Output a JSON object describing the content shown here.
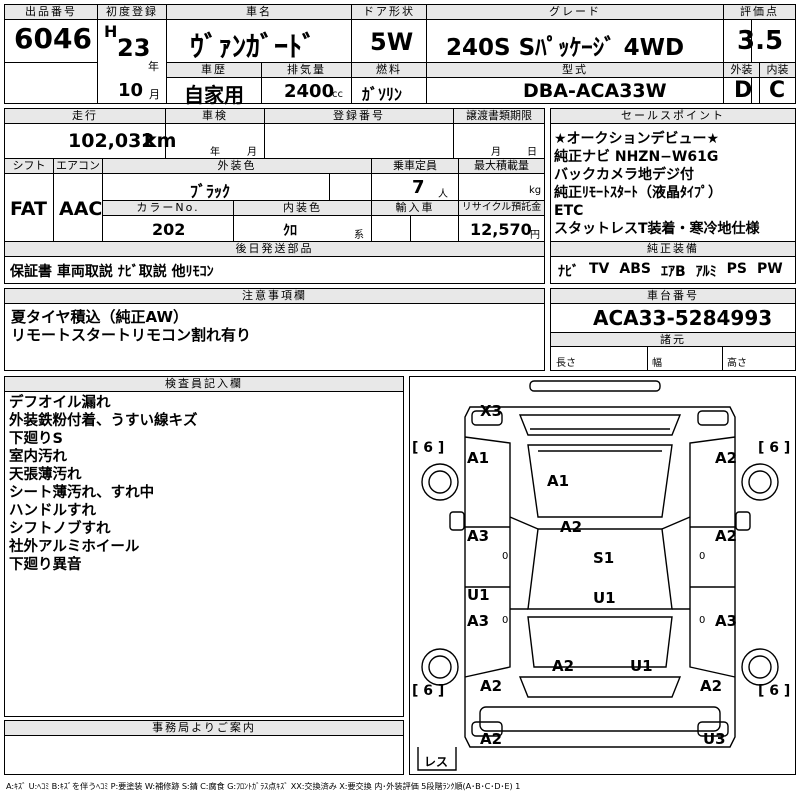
{
  "header": {
    "lot_label": "出品番号",
    "lot": "6046",
    "first_reg_label": "初度登録",
    "era": "H",
    "year": "23",
    "year_unit": "年",
    "month": "10",
    "month_unit": "月",
    "car_name_label": "車名",
    "car_name": "ｳﾞｧﾝｶﾞｰﾄﾞ",
    "door_label": "ドア形状",
    "door": "5W",
    "grade_label": "グレード",
    "grade": "240S Sﾊﾟｯｹｰｼﾞ 4WD",
    "score_label": "評価点",
    "score": "3.5",
    "history_label": "車歴",
    "history": "自家用",
    "displacement_label": "排気量",
    "displacement": "2400",
    "displacement_unit": "cc",
    "fuel_label": "燃料",
    "fuel": "ｶﾞｿﾘﾝ",
    "model_label": "型式",
    "model": "DBA-ACA33W",
    "exterior_label": "外装",
    "exterior_grade": "D",
    "interior_label": "内装",
    "interior_grade": "C"
  },
  "row2": {
    "mileage_label": "走行",
    "mileage": "102,032",
    "mileage_unit": "km",
    "inspection_label": "車検",
    "insp_year_unit": "年",
    "insp_month_unit": "月",
    "plate_label": "登録番号",
    "transfer_label": "譲渡書類期限",
    "transfer_month_unit": "月",
    "transfer_day_unit": "日",
    "shift_label": "シフト",
    "shift": "FAT",
    "ac_label": "エアコン",
    "ac": "AAC",
    "color_label": "外装色",
    "color": "ﾌﾞﾗｯｸ",
    "capacity_label": "乗車定員",
    "capacity": "7",
    "capacity_unit": "人",
    "load_label": "最大積載量",
    "load_unit": "kg",
    "color_no_label": "カラーNo.",
    "color_no": "202",
    "int_color_label": "内装色",
    "int_color": "ｸﾛ",
    "int_color_unit": "系",
    "import_label": "輸入車",
    "recycle_label": "リサイクル預託金",
    "recycle": "12,570",
    "recycle_unit": "円"
  },
  "sales_points": {
    "title": "セールスポイント",
    "lines": [
      "★オークションデビュー★",
      "純正ナビ NHZN−W61G",
      "バックカメラ地デジ付",
      "純正ﾘﾓｰﾄｽﾀｰﾄ（液晶ﾀｲﾌﾟ）",
      "ETC",
      "スタットレスT装着・寒冷地仕様"
    ]
  },
  "genuine": {
    "title": "純正装備",
    "items": [
      "ﾅﾋﾞ",
      "TV",
      "ABS",
      "ｴｱB",
      "ｱﾙﾐ",
      "PS",
      "PW"
    ]
  },
  "later_parts": {
    "title": "後日発送部品",
    "text": "保証書 車両取説 ﾅﾋﾞ取説 他ﾘﾓｺﾝ"
  },
  "notes": {
    "title": "注意事項欄",
    "lines": [
      "夏タイヤ積込（純正AW）",
      "リモートスタートリモコン割れ有り"
    ]
  },
  "chassis": {
    "title": "車台番号",
    "number": "ACA33-5284993",
    "spec_title": "諸元",
    "length_label": "長さ",
    "width_label": "幅",
    "height_label": "高さ"
  },
  "inspector": {
    "title": "検査員記入欄",
    "lines": [
      "デフオイル漏れ",
      "外装鉄粉付着、うすい線キズ",
      "下廻りS",
      "室内汚れ",
      "天張薄汚れ",
      "シート薄汚れ、すれ中",
      "ハンドルすれ",
      "シフトノブすれ",
      "社外アルミホイール",
      "下廻り異音"
    ]
  },
  "office": {
    "title": "事務局よりご案内"
  },
  "diagram": {
    "marks": {
      "x3": "X3",
      "a1_fl": "A1",
      "a1_hood": "A1",
      "a2_fr": "A2",
      "a2_front": "A2",
      "a3_lf": "A3",
      "a2_rf": "A2",
      "s1": "S1",
      "u1_l": "U1",
      "u1_roof": "U1",
      "a3_lr": "A3",
      "a3_rr": "A3",
      "a2_tl": "A2",
      "u1_tr": "U1",
      "a2_rl": "A2",
      "a2_rr2": "A2",
      "a2_bumper": "A2",
      "u3": "U3"
    },
    "tires": {
      "fl": "6",
      "fr": "6",
      "rl": "6",
      "rr": "6"
    },
    "spare": "レス",
    "zero_marks": [
      "0",
      "0",
      "0",
      "0"
    ]
  },
  "legend": "A:ｷｽﾞ U:ﾍｺﾐ B:ｷｽﾞを伴うﾍｺﾐ P:要塗装 W:補修跡 S:錆 C:腐食 G:ﾌﾛﾝﾄｶﾞﾗｽ点ｷｽﾞ XX:交換済み X:要交換 内･外装評価 5段階ﾗﾝｸ順(A･B･C･D･E) 1"
}
